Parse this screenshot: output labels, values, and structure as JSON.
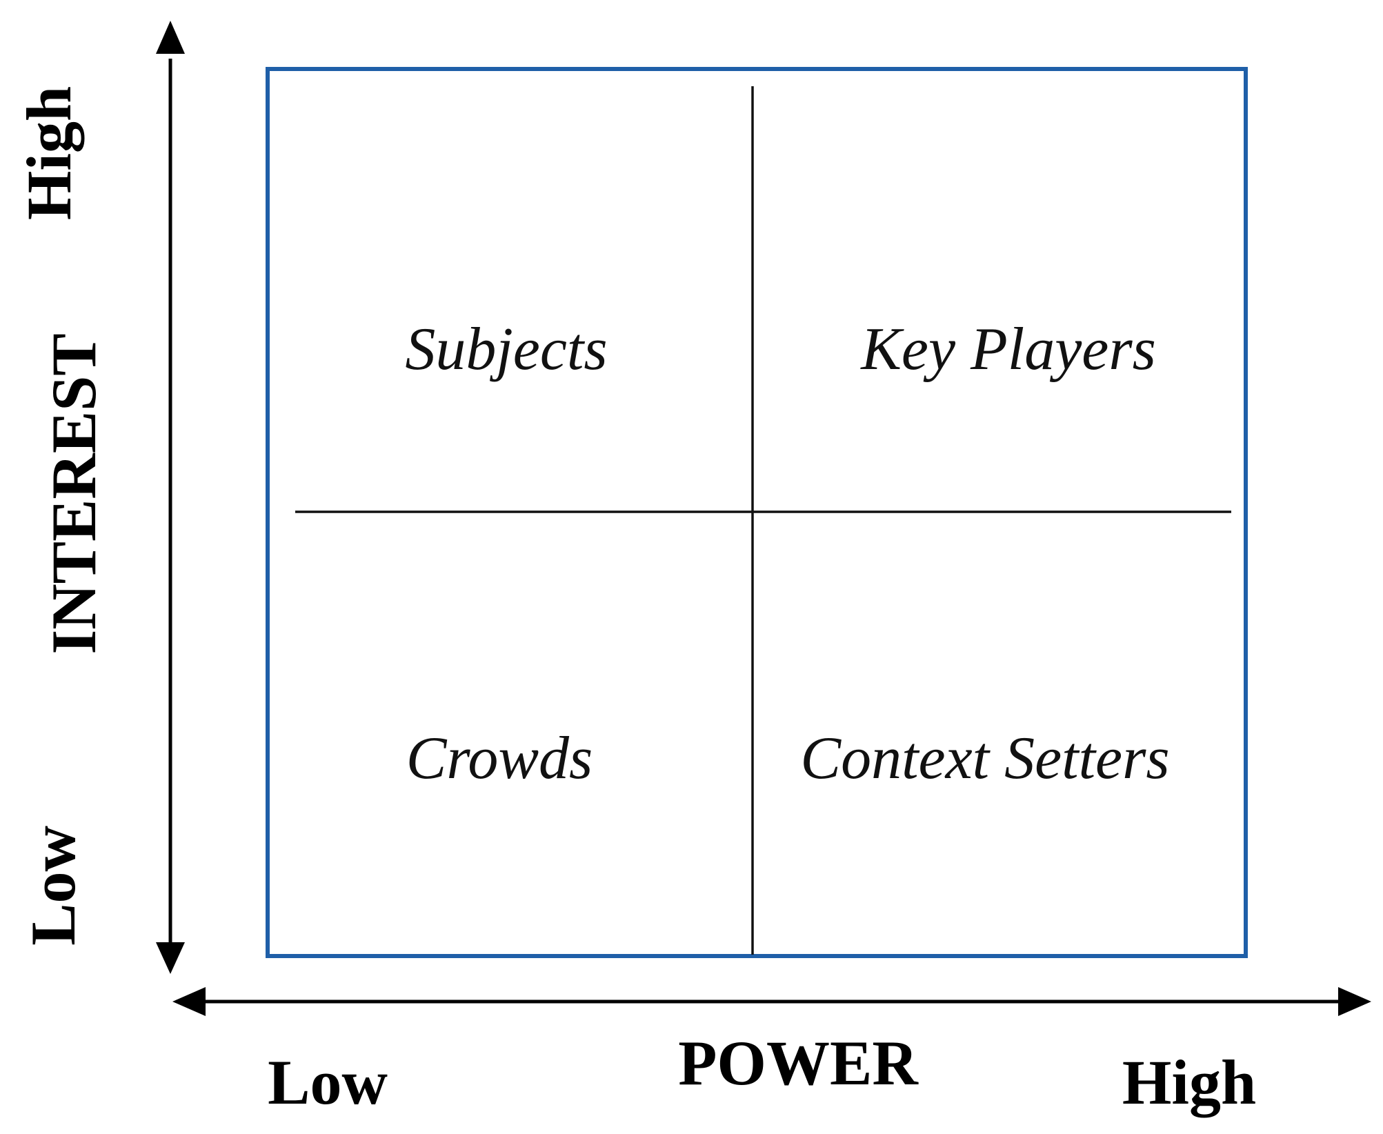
{
  "matrix": {
    "border_color": "#1f5fa8",
    "line_color": "#111111",
    "quadrants": {
      "top_left": "Subjects",
      "top_right": "Key Players",
      "bottom_left": "Crowds",
      "bottom_right": "Context Setters"
    }
  },
  "y_axis": {
    "title": "INTEREST",
    "high": "High",
    "low": "Low"
  },
  "x_axis": {
    "title": "POWER",
    "low": "Low",
    "high": "High"
  }
}
